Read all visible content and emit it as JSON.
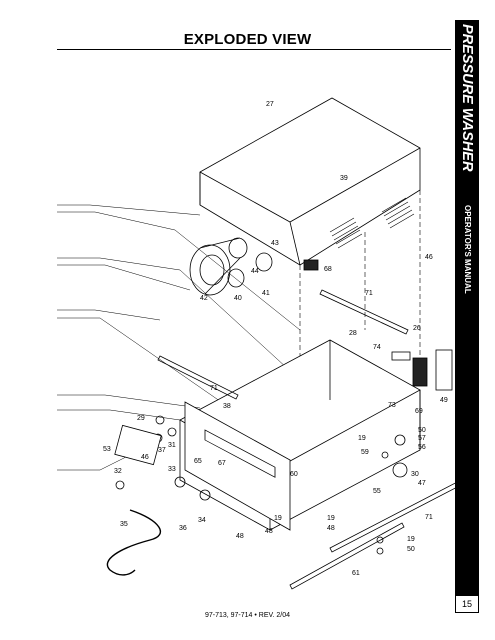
{
  "page": {
    "title": "EXPLODED VIEW",
    "side_title": "PRESSURE WASHER",
    "side_subtitle": "OPERATOR'S MANUAL",
    "page_number": "15",
    "footer": "97-713, 97-714  •  REV. 2/04"
  },
  "callouts": {
    "c27": "27",
    "c39": "39",
    "c43": "43",
    "c44": "44",
    "c41": "41",
    "c42": "42",
    "c40": "40",
    "c46": "46",
    "c68": "68",
    "c71a": "71",
    "c26": "26",
    "c28": "28",
    "c74": "74",
    "c71b": "71",
    "c38": "38",
    "c49": "49",
    "c73": "73",
    "c69": "69",
    "c29": "29",
    "c37": "37",
    "c31": "31",
    "c53": "53",
    "c46b": "46",
    "c65": "65",
    "c67": "67",
    "c60": "60",
    "c19a": "19",
    "c50a": "50",
    "c57": "57",
    "c56": "56",
    "c59": "59",
    "c32": "32",
    "c33": "33",
    "c30": "30",
    "c47": "47",
    "c55": "55",
    "c71c": "71",
    "c35": "35",
    "c36": "36",
    "c34": "34",
    "c19b": "19",
    "c19c": "19",
    "c48a": "48",
    "c48b": "48",
    "c48c": "48",
    "c19d": "19",
    "c50b": "50",
    "c61": "61"
  }
}
